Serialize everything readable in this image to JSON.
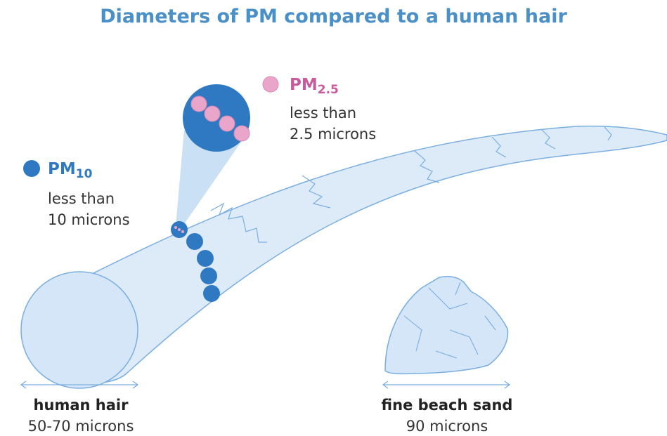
{
  "title": "Diameters of PM compared to a human hair",
  "pm10": {
    "name": "PM",
    "subscript": "10",
    "line1": "less than",
    "line2": "10 microns"
  },
  "pm25": {
    "name": "PM",
    "subscript": "2.5",
    "line1": "less than",
    "line2": "2.5 microns"
  },
  "hair": {
    "name": "human hair",
    "size": "50-70 microns"
  },
  "sand": {
    "name": "fine beach sand",
    "size": "90 microns"
  },
  "colors": {
    "title": "#4a90c8",
    "pm10": "#2f79c2",
    "pm25": "#eaa5cb",
    "pm25_text": "#c75b9b",
    "hair_fill": "#d4e6f7",
    "outline": "#7aaee0"
  }
}
